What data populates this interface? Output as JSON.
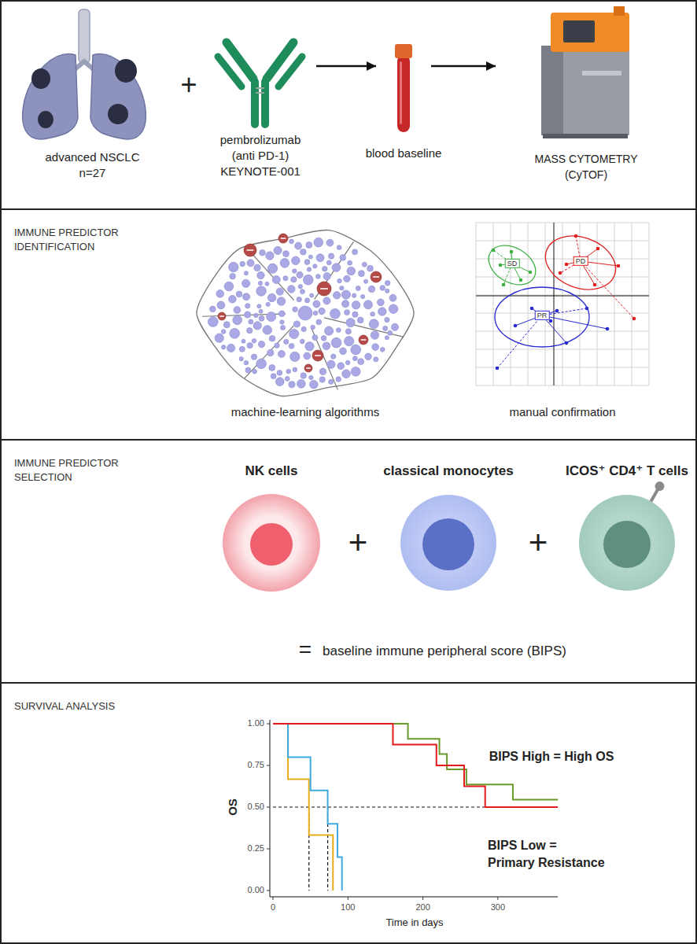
{
  "diagram": {
    "nodes": [
      {
        "text": [
          "advanced NSCLC",
          "n=27"
        ]
      },
      {
        "text": [
          "pembrolizumab",
          "(anti PD-1)",
          "KEYNOTE-001"
        ]
      },
      {
        "text": [
          "blood baseline"
        ]
      },
      {
        "text": [
          "MASS CYTOMETRY",
          "(CyTOF)"
        ]
      },
      {
        "text": [
          "IMMUNE PREDICTOR IDENTIFICATION"
        ]
      },
      {
        "text": [
          "machine-learning algorithms"
        ],
        "in": 4
      },
      {
        "text": [
          "manual confirmation"
        ],
        "in": 4
      },
      {
        "text": [
          "IMMUNE PREDICTOR SELECTION"
        ]
      },
      {
        "text": [
          "NK cells"
        ],
        "in": 7
      },
      {
        "text": [
          "classical monocytes"
        ],
        "in": 7
      },
      {
        "text": [
          "ICOS⁺ CD4⁺ T cells"
        ],
        "in": 7
      },
      {
        "text": [
          "SURVIVAL ANALYSIS"
        ]
      }
    ],
    "edges": [
      {
        "from": 1,
        "to": 2,
        "arrow": "to"
      },
      {
        "from": 2,
        "to": 3,
        "arrow": "to"
      }
    ],
    "labels": [
      "+",
      "SD",
      "PD",
      "PR",
      "+",
      "+",
      "=",
      "baseline immune peripheral score (BIPS)",
      "1.00",
      "0.75",
      "0.50",
      "0.25",
      "0.00",
      "0",
      "100",
      "200",
      "300",
      "Time in days",
      "OS",
      "BIPS High = High OS",
      "BIPS Low =",
      "Primary Resistance"
    ]
  }
}
